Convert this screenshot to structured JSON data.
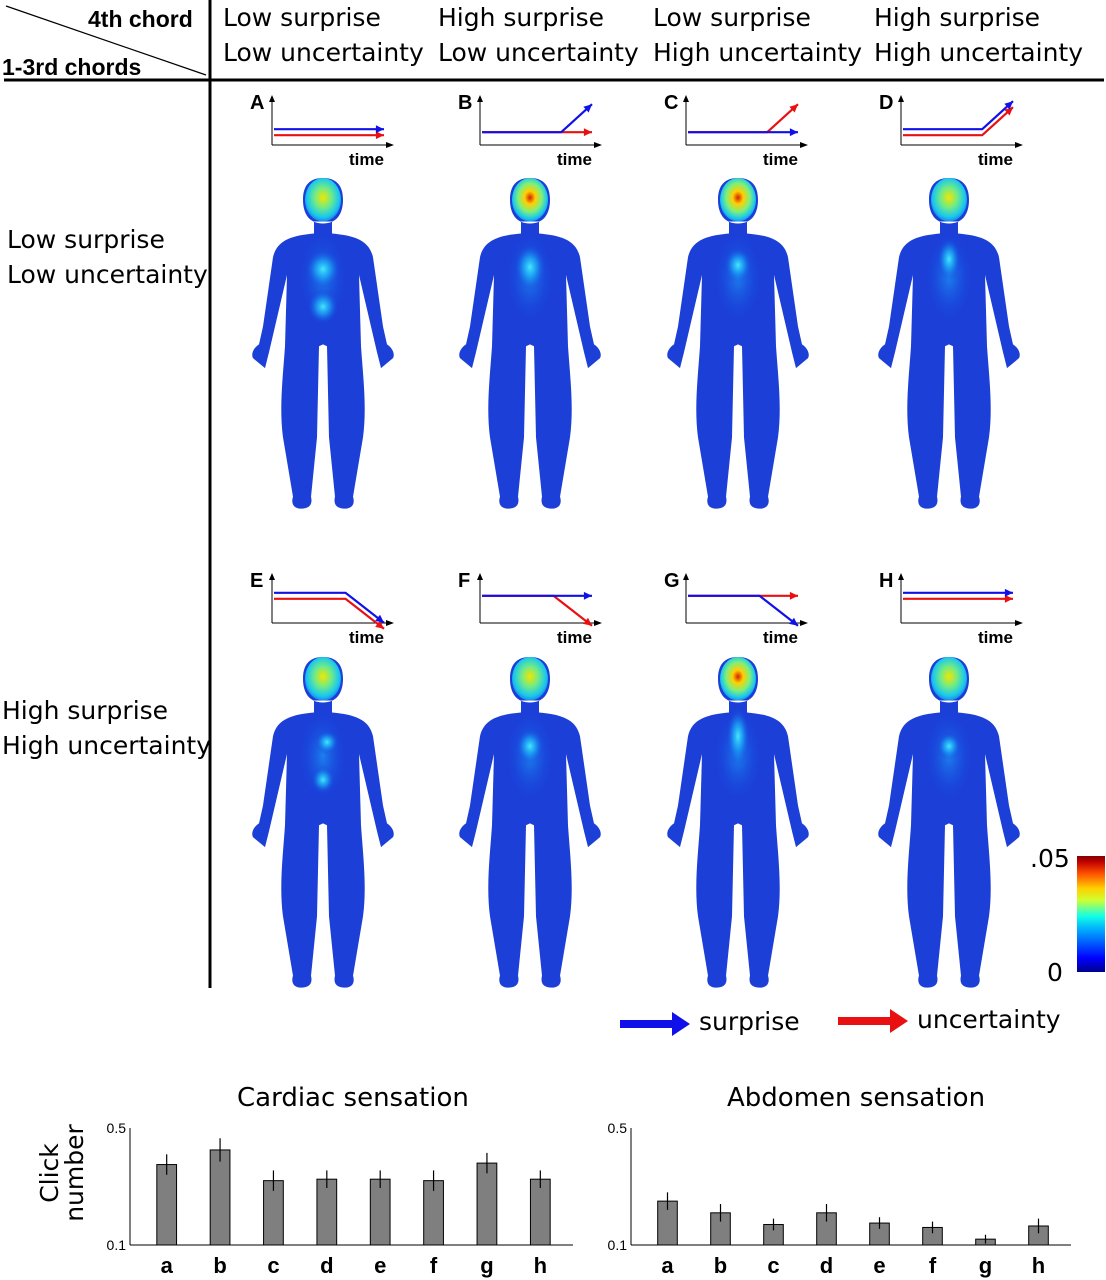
{
  "header": {
    "corner_top": "4th chord",
    "corner_bottom": "1-3rd chords",
    "columns": [
      {
        "line1": "Low surprise",
        "line2": "Low uncertainty"
      },
      {
        "line1": "High surprise",
        "line2": "Low uncertainty"
      },
      {
        "line1": "Low surprise",
        "line2": "High uncertainty"
      },
      {
        "line1": "High surprise",
        "line2": "High uncertainty"
      }
    ],
    "rows": [
      {
        "line1": "Low surprise",
        "line2": "Low uncertainty"
      },
      {
        "line1": "High surprise",
        "line2": "High uncertainty"
      }
    ]
  },
  "panels": [
    {
      "letter": "A",
      "time_label": "time",
      "surprise": "flat-low",
      "uncertainty": "flat-low"
    },
    {
      "letter": "B",
      "time_label": "time",
      "surprise": "rise",
      "uncertainty": "flat-low"
    },
    {
      "letter": "C",
      "time_label": "time",
      "surprise": "flat-low",
      "uncertainty": "rise"
    },
    {
      "letter": "D",
      "time_label": "time",
      "surprise": "rise",
      "uncertainty": "rise"
    },
    {
      "letter": "E",
      "time_label": "time",
      "surprise": "fall",
      "uncertainty": "fall"
    },
    {
      "letter": "F",
      "time_label": "time",
      "surprise": "flat-high",
      "uncertainty": "fall"
    },
    {
      "letter": "G",
      "time_label": "time",
      "surprise": "fall",
      "uncertainty": "flat-high"
    },
    {
      "letter": "H",
      "time_label": "time",
      "surprise": "flat-high",
      "uncertainty": "flat-high"
    }
  ],
  "legend": {
    "surprise": {
      "label": "surprise",
      "color": "#1010e8"
    },
    "uncertainty": {
      "label": "uncertainty",
      "color": "#e81010"
    }
  },
  "colorbar": {
    "max_label": ".05",
    "min_label": "0",
    "colormap": "jet"
  },
  "chart_data": [
    {
      "type": "bar",
      "title": "Cardiac sensation",
      "ylabel": "Click number",
      "yticks": [
        "0.5",
        "0.1"
      ],
      "ylim": [
        0.1,
        0.5
      ],
      "categories": [
        "a",
        "b",
        "c",
        "d",
        "e",
        "f",
        "g",
        "h"
      ],
      "values": [
        0.375,
        0.425,
        0.32,
        0.325,
        0.325,
        0.32,
        0.38,
        0.325
      ],
      "errors": [
        0.035,
        0.04,
        0.035,
        0.03,
        0.03,
        0.035,
        0.035,
        0.03
      ],
      "color": "#7f7f7f"
    },
    {
      "type": "bar",
      "title": "Abdomen sensation",
      "ylabel": "",
      "yticks": [
        "0.5",
        "0.1"
      ],
      "ylim": [
        0.1,
        0.5
      ],
      "categories": [
        "a",
        "b",
        "c",
        "d",
        "e",
        "f",
        "g",
        "h"
      ],
      "values": [
        0.25,
        0.21,
        0.17,
        0.21,
        0.175,
        0.16,
        0.12,
        0.165
      ],
      "errors": [
        0.03,
        0.03,
        0.02,
        0.03,
        0.02,
        0.02,
        0.015,
        0.025
      ],
      "color": "#7f7f7f"
    }
  ]
}
